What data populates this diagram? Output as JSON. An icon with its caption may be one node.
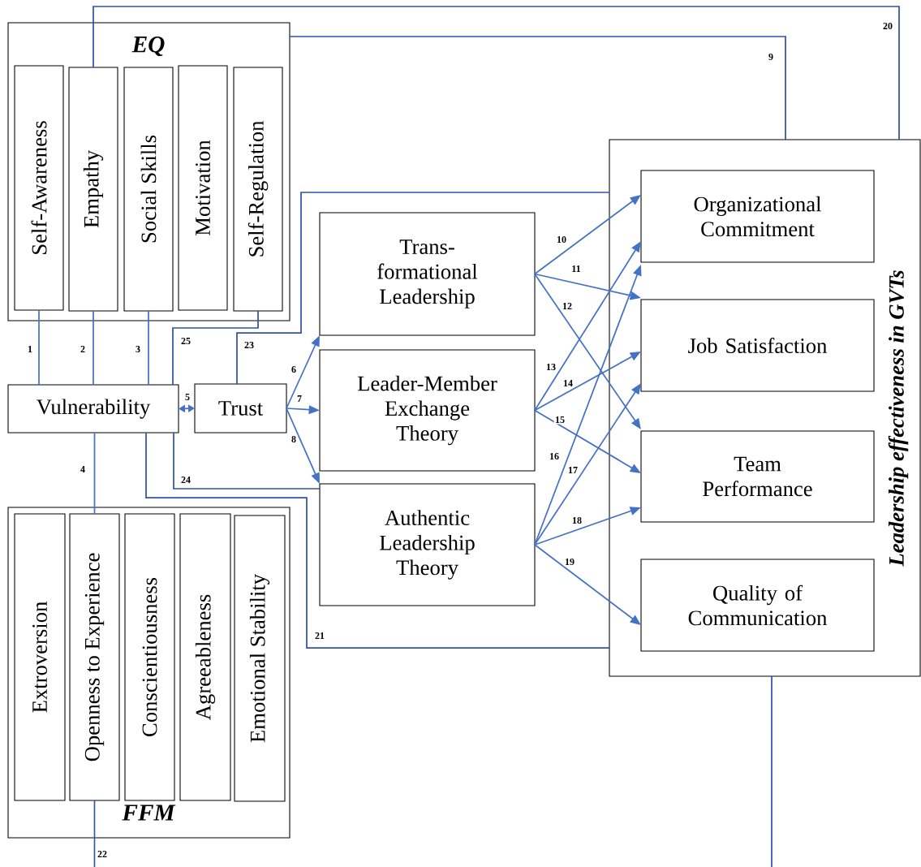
{
  "diagram": {
    "nodes": [
      {
        "text": [
          "EQ"
        ]
      },
      {
        "text": [
          "Self-Awareness"
        ],
        "in": 0
      },
      {
        "text": [
          "Empathy"
        ],
        "in": 0
      },
      {
        "text": [
          "Social Skills"
        ],
        "in": 0
      },
      {
        "text": [
          "Motivation"
        ],
        "in": 0
      },
      {
        "text": [
          "Self-Regulation"
        ],
        "in": 0
      },
      {
        "text": [
          "Vulnerability"
        ]
      },
      {
        "text": [
          "Trust"
        ]
      },
      {
        "text": [
          "Trans- formational Leadership"
        ]
      },
      {
        "text": [
          "Leader-Member Exchange Theory"
        ]
      },
      {
        "text": [
          "Authentic Leadership Theory"
        ]
      },
      {
        "text": [
          "FFM"
        ]
      },
      {
        "text": [
          "Extroversion"
        ],
        "in": 11
      },
      {
        "text": [
          "Openness to Experience"
        ],
        "in": 11
      },
      {
        "text": [
          "Conscientiousness"
        ],
        "in": 11
      },
      {
        "text": [
          "Agreeableness"
        ],
        "in": 11
      },
      {
        "text": [
          "Emotional Stability"
        ],
        "in": 11
      },
      {
        "text": [
          "Leadership effectiveness in GVTs"
        ]
      },
      {
        "text": [
          "Organizational Commitment"
        ],
        "in": 17
      },
      {
        "text": [
          "Job Satisfaction"
        ],
        "in": 17
      },
      {
        "text": [
          "Team Performance"
        ],
        "in": 17
      },
      {
        "text": [
          "Quality of Communication"
        ],
        "in": 17
      }
    ],
    "edges": [
      {
        "from": 1,
        "to": 6,
        "arrow": "none",
        "label": "1"
      },
      {
        "from": 2,
        "to": 6,
        "arrow": "none",
        "label": "2"
      },
      {
        "from": 3,
        "to": 6,
        "arrow": "none",
        "label": "3"
      },
      {
        "from": 6,
        "to": 13,
        "arrow": "none",
        "label": "4"
      },
      {
        "from": 6,
        "to": 7,
        "arrow": "both",
        "label": "5"
      },
      {
        "from": 7,
        "to": 8,
        "arrow": "to",
        "label": "6"
      },
      {
        "from": 7,
        "to": 9,
        "arrow": "to",
        "label": "7"
      },
      {
        "from": 7,
        "to": 10,
        "arrow": "to",
        "label": "8"
      },
      {
        "from": 0,
        "to": 17,
        "arrow": "none",
        "label": "9",
        "color": "#2f52a8"
      },
      {
        "from": 8,
        "to": 18,
        "arrow": "to",
        "label": "10"
      },
      {
        "from": 8,
        "to": 19,
        "arrow": "to",
        "label": "11"
      },
      {
        "from": 8,
        "to": 20,
        "arrow": "to",
        "label": "12"
      },
      {
        "from": 9,
        "to": 18,
        "arrow": "to",
        "label": "13"
      },
      {
        "from": 9,
        "to": 19,
        "arrow": "to",
        "label": "14"
      },
      {
        "from": 9,
        "to": 20,
        "arrow": "to",
        "label": "15"
      },
      {
        "from": 10,
        "to": 18,
        "arrow": "to",
        "label": "16"
      },
      {
        "from": 10,
        "to": 19,
        "arrow": "to",
        "label": "17"
      },
      {
        "from": 10,
        "to": 20,
        "arrow": "to",
        "label": "18"
      },
      {
        "from": 10,
        "to": 21,
        "arrow": "to",
        "label": "19"
      },
      {
        "from": 2,
        "to": 17,
        "arrow": "none",
        "label": "20",
        "color": "#2f52a8"
      },
      {
        "from": 6,
        "to": 17,
        "arrow": "none",
        "label": "21",
        "color": "#2f52a8"
      },
      {
        "from": 13,
        "to": null,
        "arrow": "none",
        "label": "22",
        "color": "#2f52a8"
      },
      {
        "from": 7,
        "to": 17,
        "arrow": "none",
        "label": "23",
        "color": "#2f52a8"
      },
      {
        "from": 6,
        "to": 10,
        "arrow": "none",
        "label": "24",
        "color": "#2f52a8"
      },
      {
        "from": 5,
        "to": 6,
        "arrow": "none",
        "label": "25",
        "color": "#2f52a8"
      },
      {
        "from": 17,
        "to": null,
        "arrow": "none",
        "color": "#2f52a8"
      }
    ]
  }
}
